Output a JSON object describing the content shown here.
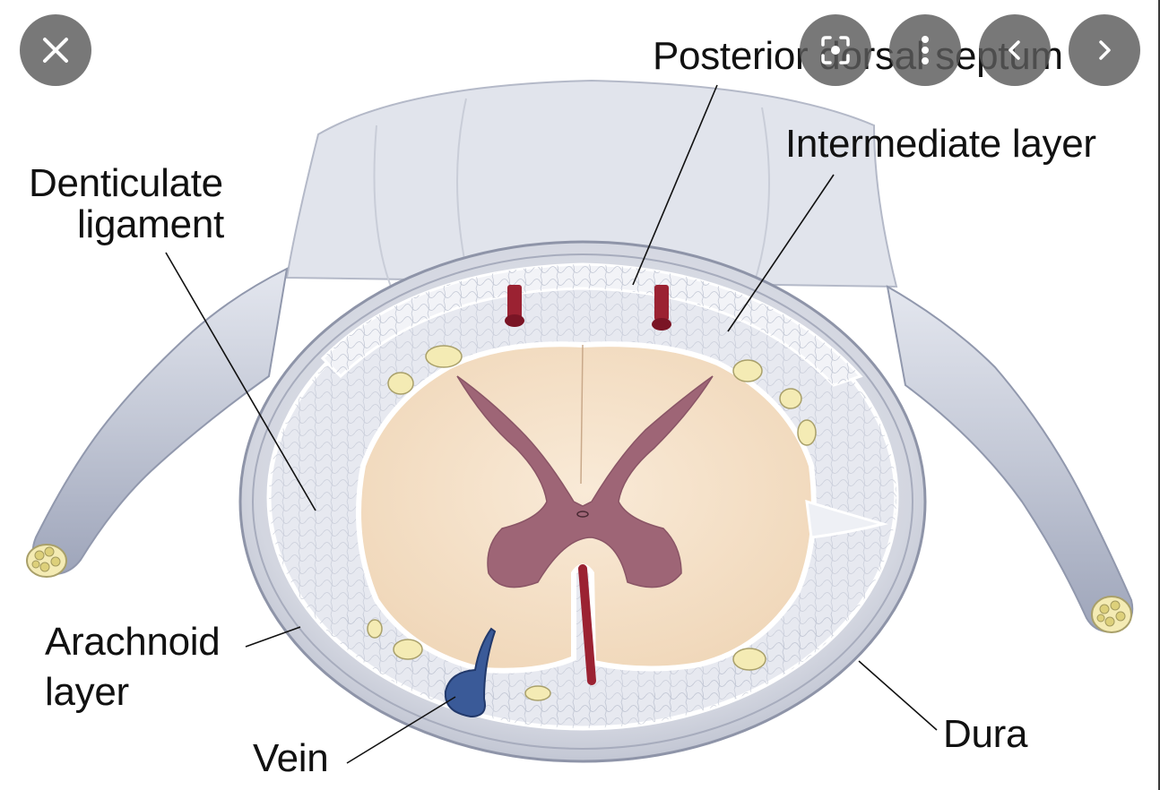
{
  "viewer": {
    "controls": {
      "close": "close-icon",
      "lens": "lens-search-icon",
      "more": "more-vertical-icon",
      "previous": "chevron-left-icon",
      "next": "chevron-right-icon"
    }
  },
  "image": {
    "labels": {
      "posterior_dorsal_septum": "Posterior dorsal septum",
      "intermediate_layer": "Intermediate layer",
      "denticulate_line1": "Denticulate",
      "denticulate_line2": "ligament",
      "arachnoid_line1": "Arachnoid",
      "arachnoid_line2": "layer",
      "vein": "Vein",
      "dura": "Dura"
    },
    "colors": {
      "white_matter": "#f6e2c8",
      "gray_matter": "#9e6576",
      "dura": "#c9cdd8",
      "artery": "#9b2232",
      "vein": "#3a5a98"
    }
  }
}
